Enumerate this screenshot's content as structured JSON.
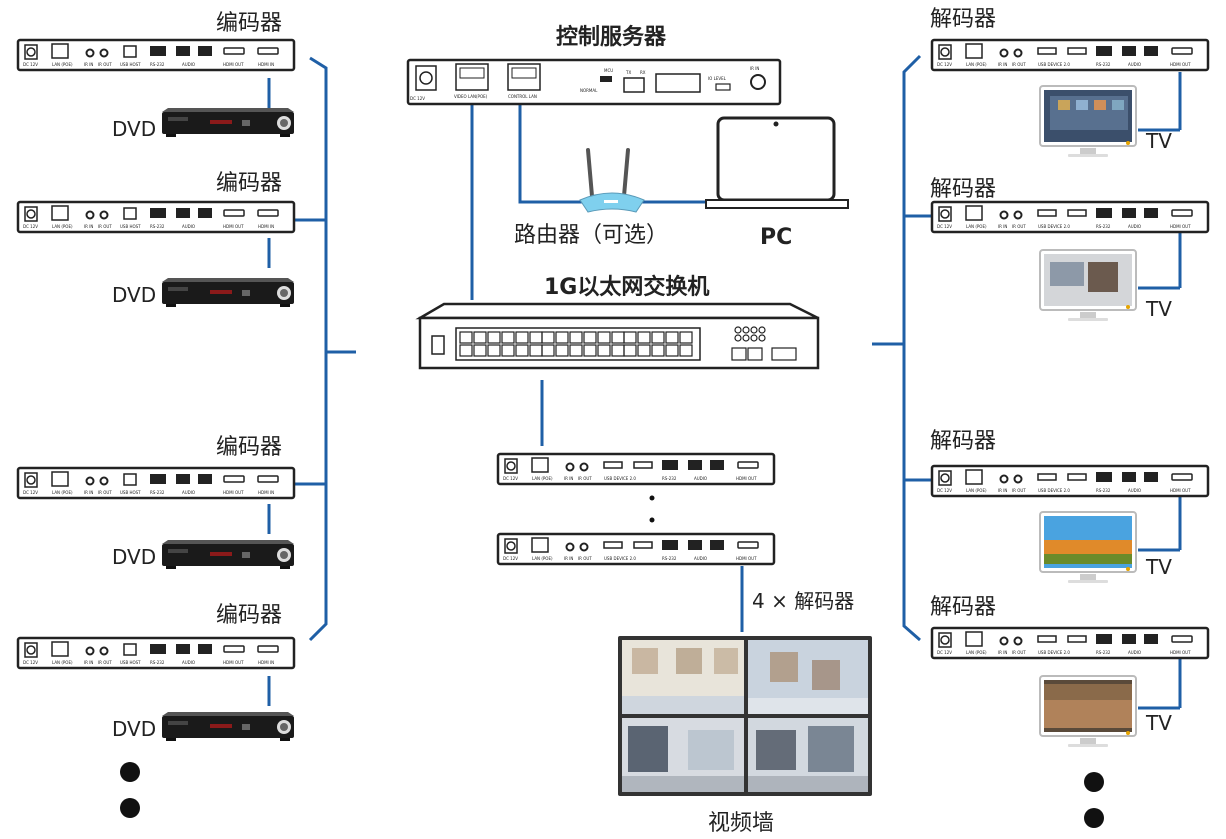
{
  "labels": {
    "encoder": "编码器",
    "decoder": "解码器",
    "dvd": "DVD",
    "tv": "TV",
    "control_server": "控制服务器",
    "router": "路由器（可选）",
    "pc": "PC",
    "switch": "1G以太网交换机",
    "decoder_count": "4 × 解码器",
    "video_wall": "视频墙"
  },
  "encoder_ports": [
    "DC 12V",
    "LAN (POE)",
    "IR IN",
    "IR OUT",
    "USB HOST",
    "RS-232",
    "AUDIO",
    "HDMI OUT",
    "HDMI IN"
  ],
  "decoder_ports": [
    "DC 12V",
    "LAN (POE)",
    "IR IN",
    "IR OUT",
    "USB DEVICE 2.0",
    "RS-232",
    "AUDIO",
    "HDMI OUT"
  ],
  "server_ports": [
    "DC 12V",
    "VIDEO LAN(POE)",
    "CONTROL LAN",
    "MCU",
    "NORMAL",
    "TX",
    "RX",
    "IO LEVEL",
    "IR IN"
  ],
  "colors": {
    "line": "#1f5fa6",
    "device": "#222222",
    "router_blue": "#7fd0ee"
  }
}
